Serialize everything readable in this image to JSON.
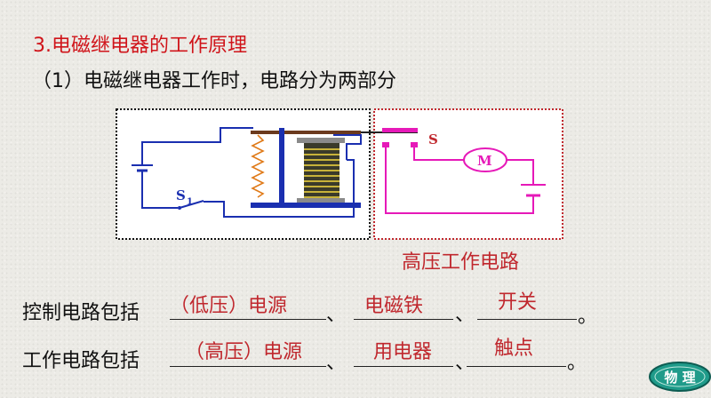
{
  "heading": "3.电磁继电器的工作原理",
  "subheading": "（1）电磁继电器工作时，电路分为两部分",
  "diagram": {
    "switch_s1": "S",
    "switch_s1_sub": "1",
    "switch_s": "S",
    "motor": "M",
    "high_voltage_label": "高压工作电路"
  },
  "rows": [
    {
      "label": "控制电路包括",
      "answers": [
        "（低压）电源",
        "电磁铁",
        "开关"
      ],
      "sep1": "、",
      "sep2": "、",
      "end": "。"
    },
    {
      "label": "工作电路包括",
      "answers": [
        "（高压）电源",
        "用电器",
        "触点"
      ],
      "sep1": "、",
      "sep2": "、",
      "end": "。"
    }
  ],
  "logo_text": "物 理"
}
